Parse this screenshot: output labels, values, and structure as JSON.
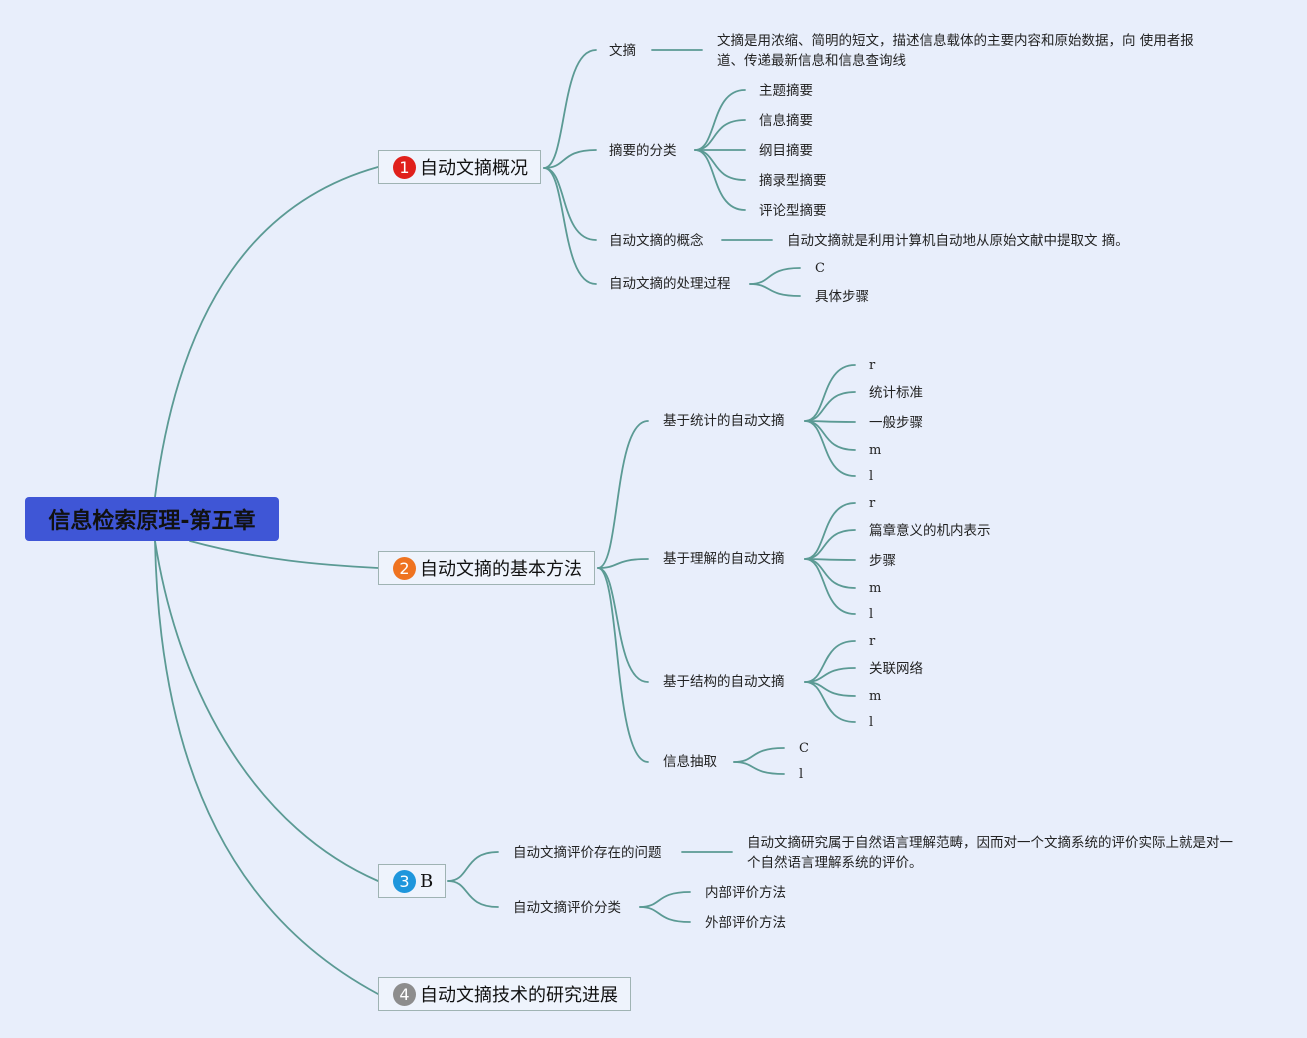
{
  "colors": {
    "line": "#5b9a94",
    "root_fill": "#3f56d6",
    "badge_1": "#e0201b",
    "badge_2": "#ef7320",
    "badge_3": "#1e96dc",
    "badge_4": "#8d8d8d"
  },
  "root": {
    "label": "信息检索原理-第五章"
  },
  "topics": [
    {
      "marker": "1",
      "label": "自动文摘概况"
    },
    {
      "marker": "2",
      "label": "自动文摘的基本方法"
    },
    {
      "marker": "3",
      "label": "B"
    },
    {
      "marker": "4",
      "label": "自动文摘技术的研究进展"
    }
  ],
  "t1": {
    "wenzhai": "文摘",
    "wenzhai_def": "文摘是用浓缩、简明的短文，描述信息载体的主要内容和原始数据，向 使用者报道、传递最新信息和信息查询线",
    "fenlei": "摘要的分类",
    "fenlei_items": [
      "主题摘要",
      "信息摘要",
      "纲目摘要",
      "摘录型摘要",
      "评论型摘要"
    ],
    "gainian": "自动文摘的概念",
    "gainian_def": "自动文摘就是利用计算机自动地从原始文献中提取文 摘。",
    "guocheng": "自动文摘的处理过程",
    "guocheng_items": [
      "C",
      "具体步骤"
    ]
  },
  "t2": {
    "tongji": "基于统计的自动文摘",
    "tongji_items": [
      "r",
      "统计标准",
      "一般步骤",
      "m",
      "l"
    ],
    "lijie": "基于理解的自动文摘",
    "lijie_items": [
      "r",
      "篇章意义的机内表示",
      "步骤",
      "m",
      "l"
    ],
    "jiegou": "基于结构的自动文摘",
    "jiegou_items": [
      "r",
      "关联网络",
      "m",
      "l"
    ],
    "chouqu": "信息抽取",
    "chouqu_items": [
      "C",
      "l"
    ]
  },
  "t3": {
    "wenti": "自动文摘评价存在的问题",
    "wenti_def": "自动文摘研究属于自然语言理解范畴，因而对一个文摘系统的评价实际上就是对一 个自然语言理解系统的评价。",
    "fenlei": "自动文摘评价分类",
    "fenlei_items": [
      "内部评价方法",
      "外部评价方法"
    ]
  }
}
